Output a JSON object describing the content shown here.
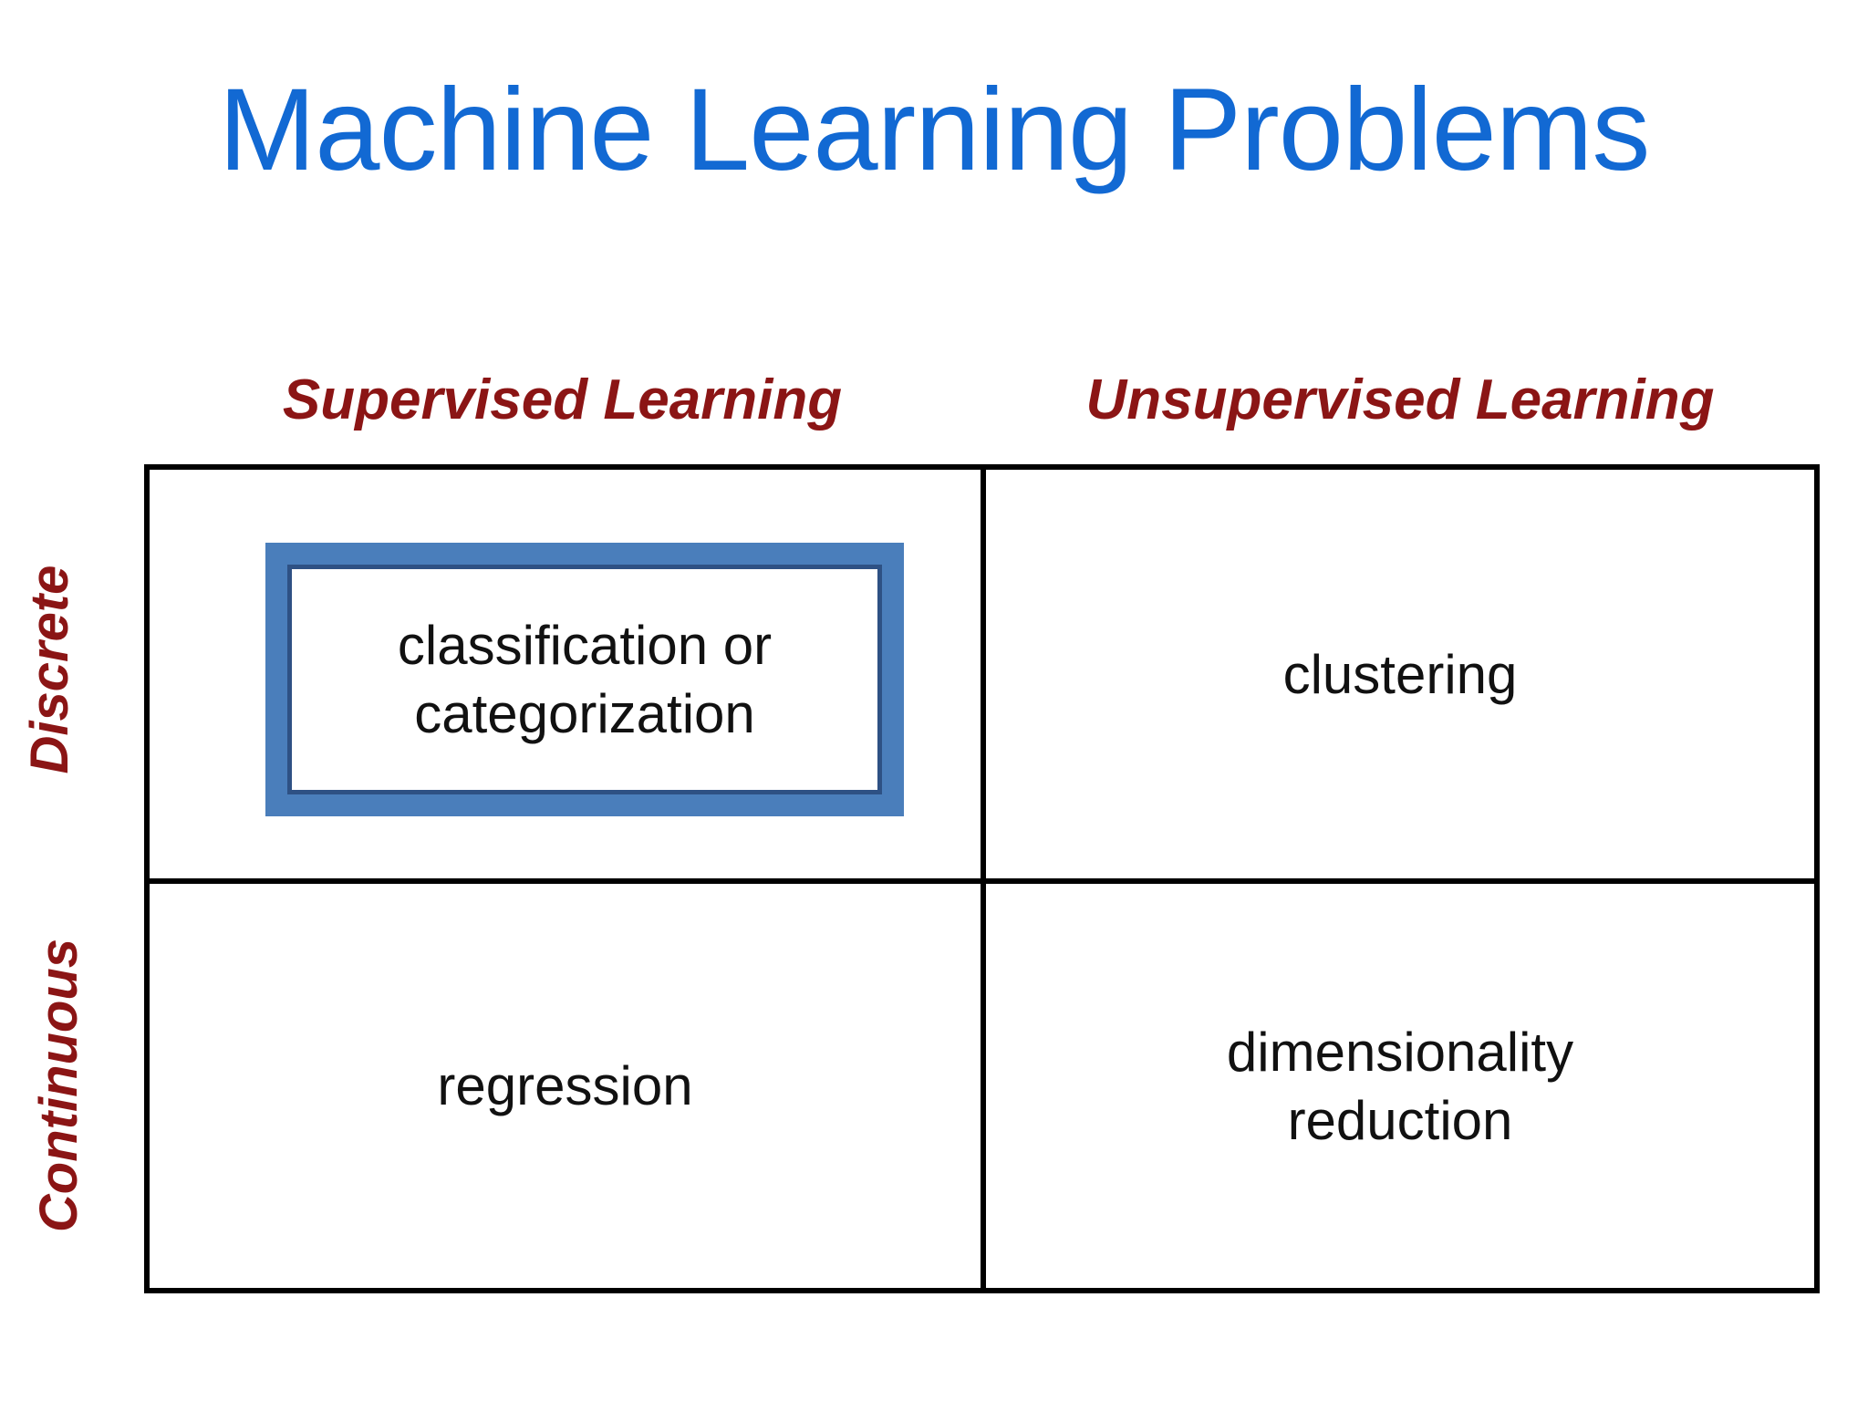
{
  "slide": {
    "title": "Machine Learning Problems",
    "title_color": "#1269d3",
    "background_color": "#ffffff"
  },
  "matrix": {
    "header_color": "#8b1515",
    "grid_line_color": "#000000",
    "column_headers": [
      {
        "label": "Supervised Learning"
      },
      {
        "label": "Unsupervised Learning"
      }
    ],
    "row_headers": [
      {
        "label": "Discrete"
      },
      {
        "label": "Continuous"
      }
    ],
    "cells": [
      {
        "row": "Discrete",
        "column": "Supervised Learning",
        "text": "classification or\ncategorization",
        "highlighted": true
      },
      {
        "row": "Discrete",
        "column": "Unsupervised Learning",
        "text": "clustering",
        "highlighted": false
      },
      {
        "row": "Continuous",
        "column": "Supervised Learning",
        "text": "regression",
        "highlighted": false
      },
      {
        "row": "Continuous",
        "column": "Unsupervised Learning",
        "text": "dimensionality\nreduction",
        "highlighted": false
      }
    ]
  },
  "highlight": {
    "frame_color": "#4a7ebb",
    "inner_border_color": "#2e5184",
    "inner_fill_color": "#ffffff"
  }
}
